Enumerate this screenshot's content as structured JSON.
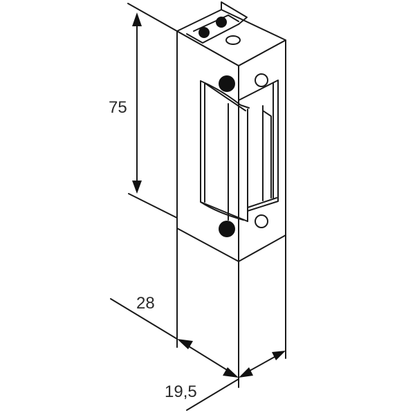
{
  "figure": {
    "subject": "electric door strike",
    "view": "isometric technical drawing with dimensions",
    "line_color": "#1a1a1a",
    "background": "#ffffff"
  },
  "dimensions": {
    "height": {
      "label": "75"
    },
    "depth": {
      "label": "28"
    },
    "width": {
      "label": "19,5"
    }
  }
}
